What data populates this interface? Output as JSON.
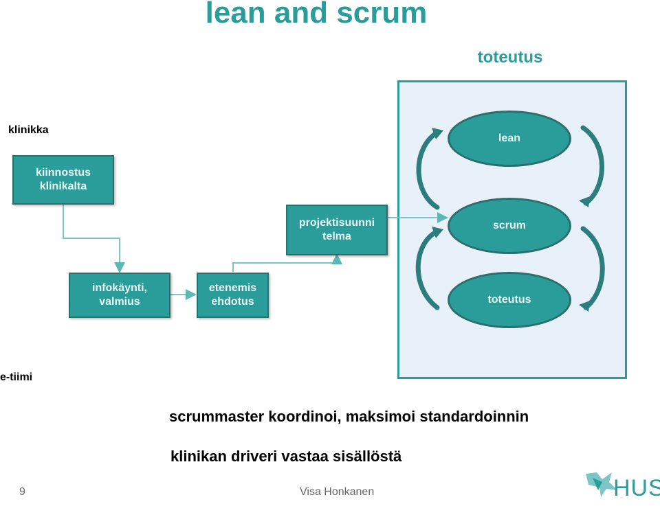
{
  "title": "lean and scrum",
  "header_label": "toteutus",
  "labels": {
    "klinikka": "klinikka",
    "e_tiimi": "e-tiimi"
  },
  "boxes": {
    "kiinnostus": "kiinnostus klinikalta",
    "projektisuunnitelma": "projektisuunni telma",
    "infokaynti": "infokäynti, valmius",
    "etenemis": "etenemis ehdotus"
  },
  "ovals": {
    "lean": "lean",
    "scrum": "scrum",
    "toteutus": "toteutus"
  },
  "statements": {
    "line1": "scrummaster koordinoi, maksimoi standardoinnin",
    "line2": "klinikan driveri vastaa sisällöstä"
  },
  "footer": {
    "page_number": "9",
    "author": "Visa Honkanen",
    "logo_text": "HUS"
  },
  "colors": {
    "accent": "#2a9d9b",
    "panel": "#e8f0f9"
  }
}
